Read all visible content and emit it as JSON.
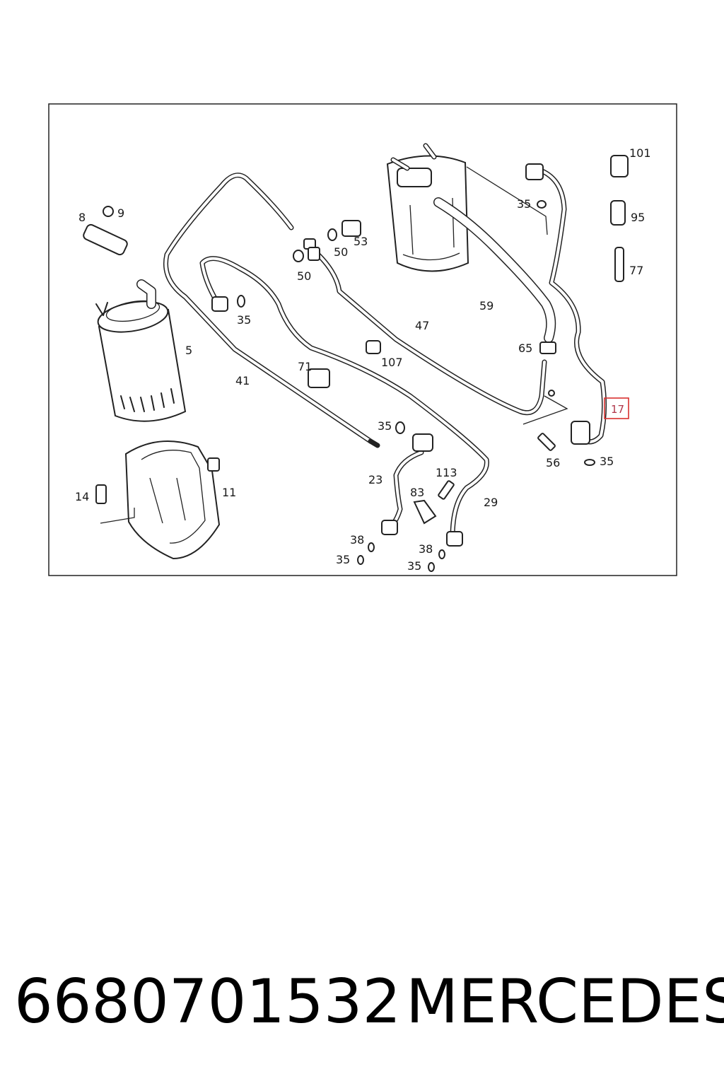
{
  "diagram": {
    "callouts": [
      {
        "id": "c-101",
        "text": "101"
      },
      {
        "id": "c-95",
        "text": "95"
      },
      {
        "id": "c-77",
        "text": "77"
      },
      {
        "id": "c-35-top",
        "text": "35"
      },
      {
        "id": "c-8",
        "text": "8"
      },
      {
        "id": "c-9",
        "text": "9"
      },
      {
        "id": "c-53",
        "text": "53"
      },
      {
        "id": "c-50a",
        "text": "50"
      },
      {
        "id": "c-50b",
        "text": "50"
      },
      {
        "id": "c-35-left",
        "text": "35"
      },
      {
        "id": "c-59",
        "text": "59"
      },
      {
        "id": "c-47",
        "text": "47"
      },
      {
        "id": "c-5",
        "text": "5"
      },
      {
        "id": "c-65",
        "text": "65"
      },
      {
        "id": "c-107",
        "text": "107"
      },
      {
        "id": "c-71",
        "text": "71"
      },
      {
        "id": "c-41",
        "text": "41"
      },
      {
        "id": "c-35-mid",
        "text": "35"
      },
      {
        "id": "c-56",
        "text": "56"
      },
      {
        "id": "c-35-right",
        "text": "35"
      },
      {
        "id": "c-113",
        "text": "113"
      },
      {
        "id": "c-14",
        "text": "14"
      },
      {
        "id": "c-11",
        "text": "11"
      },
      {
        "id": "c-23",
        "text": "23"
      },
      {
        "id": "c-83",
        "text": "83"
      },
      {
        "id": "c-29",
        "text": "29"
      },
      {
        "id": "c-38a",
        "text": "38"
      },
      {
        "id": "c-38b",
        "text": "38"
      },
      {
        "id": "c-35-bl",
        "text": "35"
      },
      {
        "id": "c-35-br",
        "text": "35"
      }
    ],
    "highlighted_callout": {
      "text": "17",
      "color": "#d9302f"
    }
  },
  "caption": {
    "part_number": "6680701532",
    "brand": "MERCEDES"
  }
}
